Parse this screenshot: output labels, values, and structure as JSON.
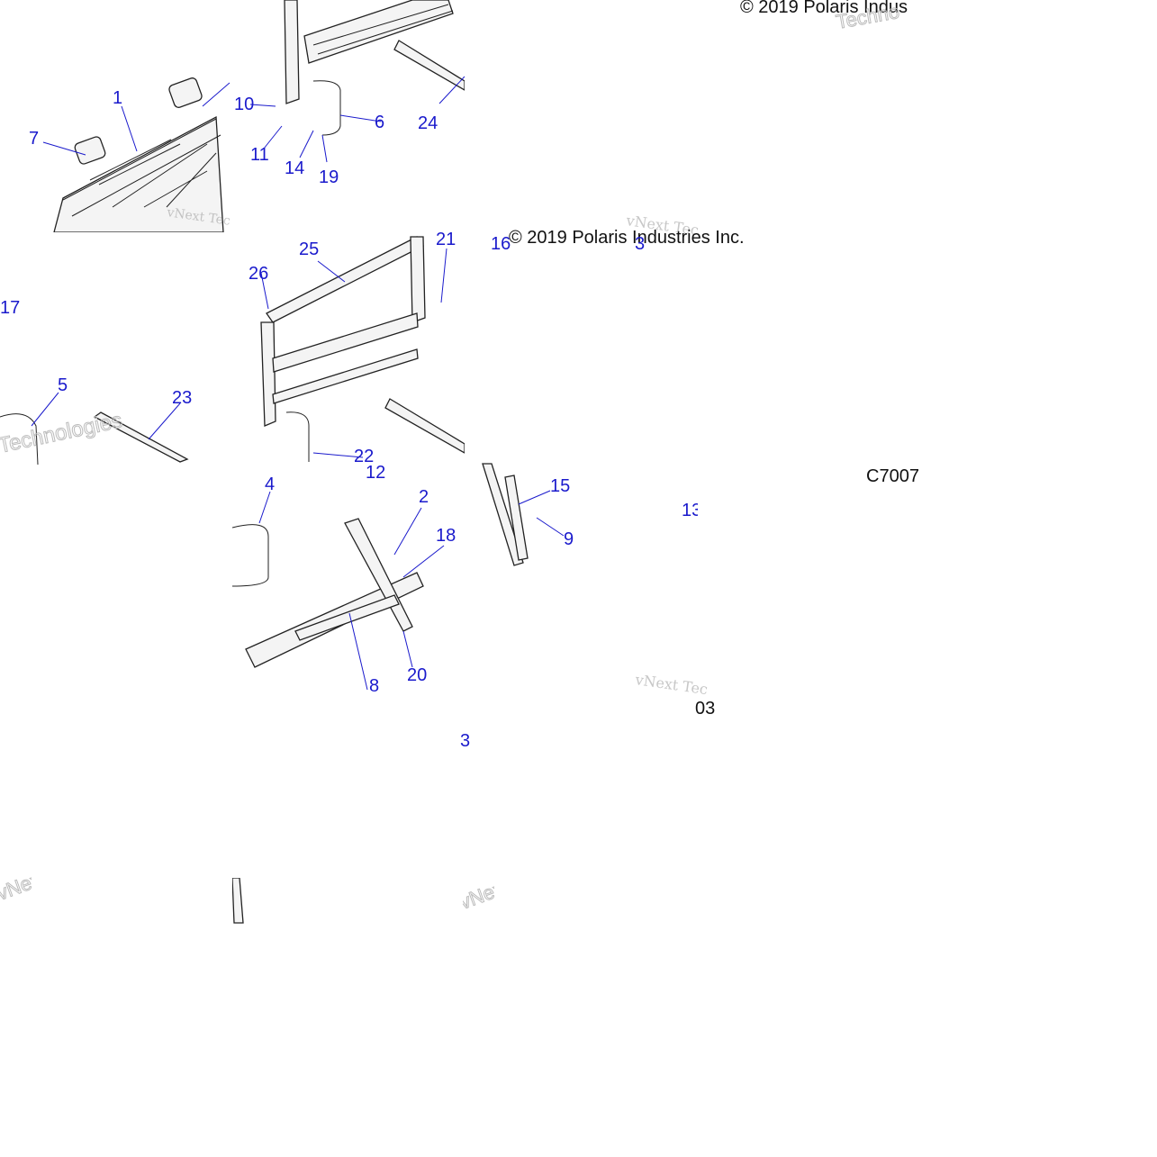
{
  "copyright": {
    "top": "© 2019 Polaris Indus",
    "mid": "© 2019 Polaris Industries Inc."
  },
  "drawing_code": {
    "right": "C7007",
    "bottom": "03"
  },
  "watermarks": {
    "brand": "vNext Tec",
    "brand2": "Techno",
    "logo1": "vNext",
    "logo2": "Technologies"
  },
  "callouts": {
    "c1": "1",
    "c2": "2",
    "c3": "3",
    "c3b": "3",
    "c4": "4",
    "c5": "5",
    "c6": "6",
    "c7": "7",
    "c8": "8",
    "c9": "9",
    "c10": "10",
    "c11": "11",
    "c12": "12",
    "c13": "13",
    "c14": "14",
    "c15": "15",
    "c16": "16",
    "c17": "17",
    "c18": "18",
    "c19": "19",
    "c20": "20",
    "c21": "21",
    "c22": "22",
    "c23": "23",
    "c24": "24",
    "c25": "25",
    "c26": "26"
  },
  "colors": {
    "callout": "#1a1acc",
    "line": "#222222",
    "watermark": "#9a9a9a",
    "background": "#ffffff"
  }
}
